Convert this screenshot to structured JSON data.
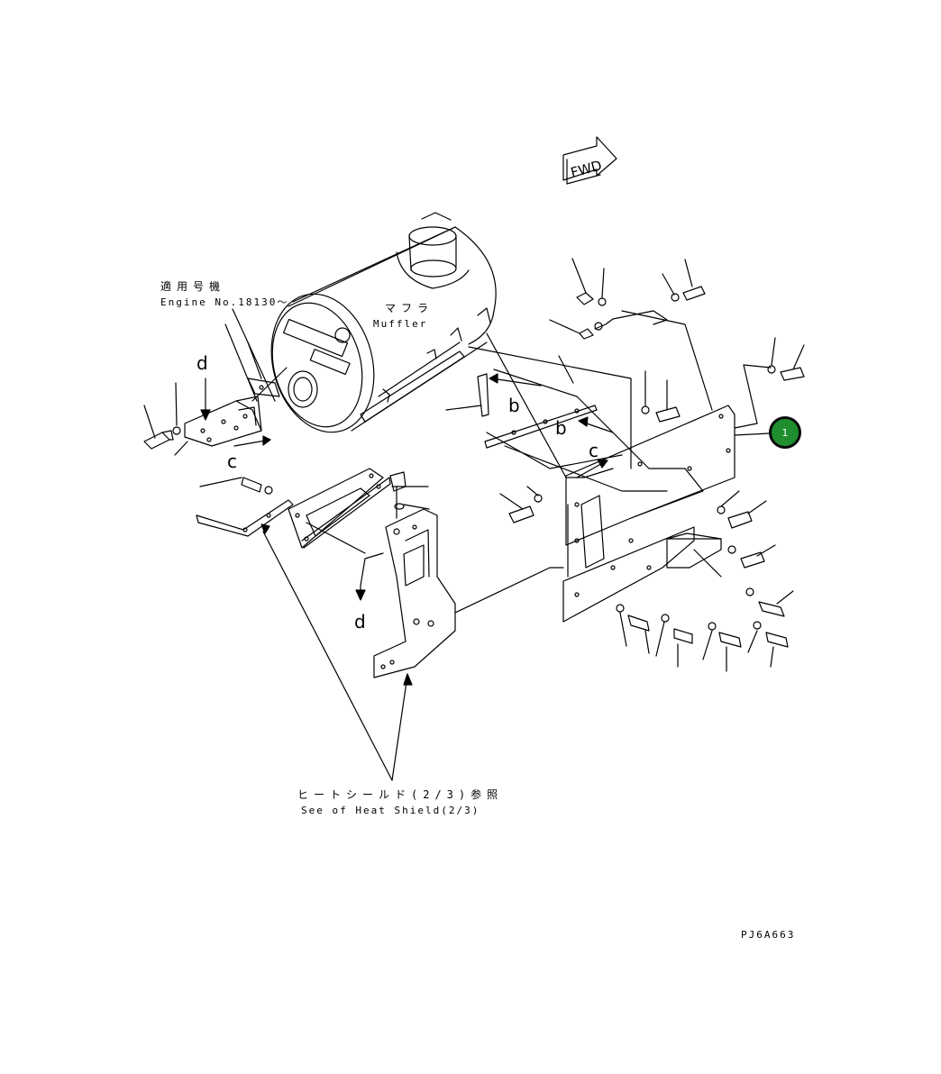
{
  "header": {
    "fwd": "FWD"
  },
  "applicability": {
    "jp": "適用号機",
    "en": "Engine No.18130～"
  },
  "muffler": {
    "jp": "マフラ",
    "en": "Muffler"
  },
  "letters": {
    "b": "b",
    "c": "c",
    "d": "d"
  },
  "callout": {
    "number": "1",
    "color": "#1e8e2e"
  },
  "reference": {
    "jp": "ヒートシールド(2/3)参照",
    "en": "See of Heat Shield(2/3)"
  },
  "drawing_id": "PJ6A663"
}
